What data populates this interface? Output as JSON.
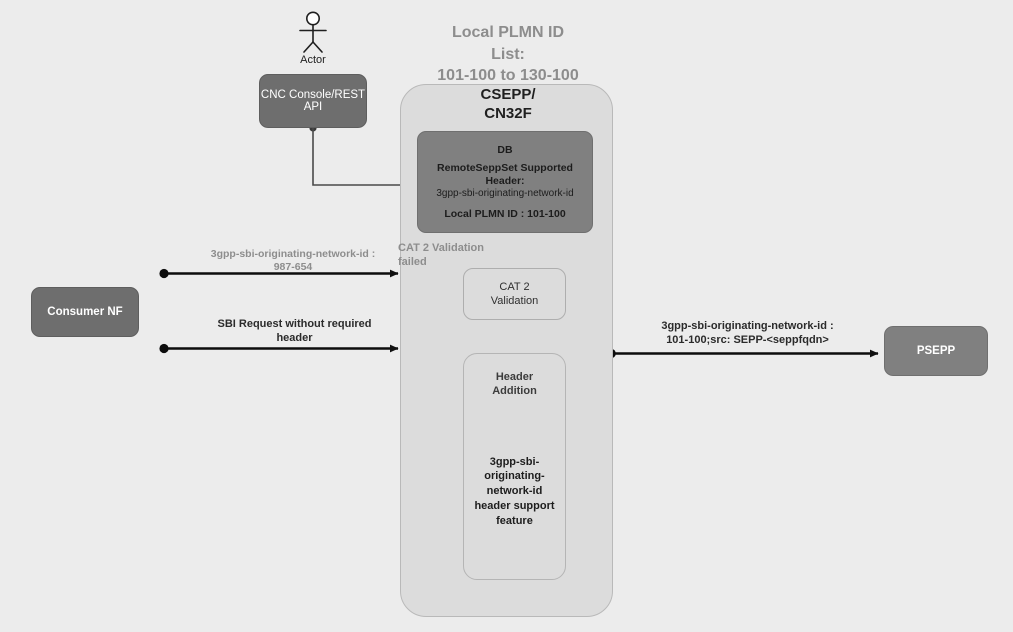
{
  "diagram": {
    "title": "3gpp-sbi-originating-network-id header support feature flow",
    "background_color": "#ececec"
  },
  "actor": {
    "icon": "actor-stick-figure-icon",
    "label": "Actor"
  },
  "cnc": {
    "label": "CNC Console/REST\nAPI",
    "fill": "#6e6e6e"
  },
  "csepp": {
    "plmn_note": "Local PLMN ID\nList:\n101-100 to 130-100",
    "title": "CSEPP/\nCN32F",
    "fill": "#dcdcdc"
  },
  "db": {
    "title": "DB",
    "line1": "RemoteSeppSet Supported\nHeader:",
    "line2": "3gpp-sbi-originating-network-id",
    "line3": "Local PLMN ID : 101-100",
    "fill": "#808080"
  },
  "cat2": {
    "label": "CAT 2\nValidation",
    "failed_note": "CAT 2 Validation\nfailed"
  },
  "header_addition": {
    "title": "Header\nAddition",
    "feature": "3gpp-sbi-\noriginating-\nnetwork-id\nheader support\nfeature"
  },
  "consumer_nf": {
    "label": "Consumer NF",
    "fill": "#6e6e6e"
  },
  "psepp": {
    "label": "PSEPP",
    "fill": "#808080"
  },
  "flows": [
    {
      "id": "flow-originating-network-id",
      "label": "3gpp-sbi-originating-network-id :\n987-654",
      "color": "#8d8d8d"
    },
    {
      "id": "flow-sbi-request-no-header",
      "label": "SBI Request without required\nheader",
      "color": "#2b2b2b"
    },
    {
      "id": "flow-output-to-psepp",
      "label": "3gpp-sbi-originating-network-id :\n101-100;src: SEPP-<seppfqdn>",
      "color": "#2b2b2b"
    }
  ]
}
